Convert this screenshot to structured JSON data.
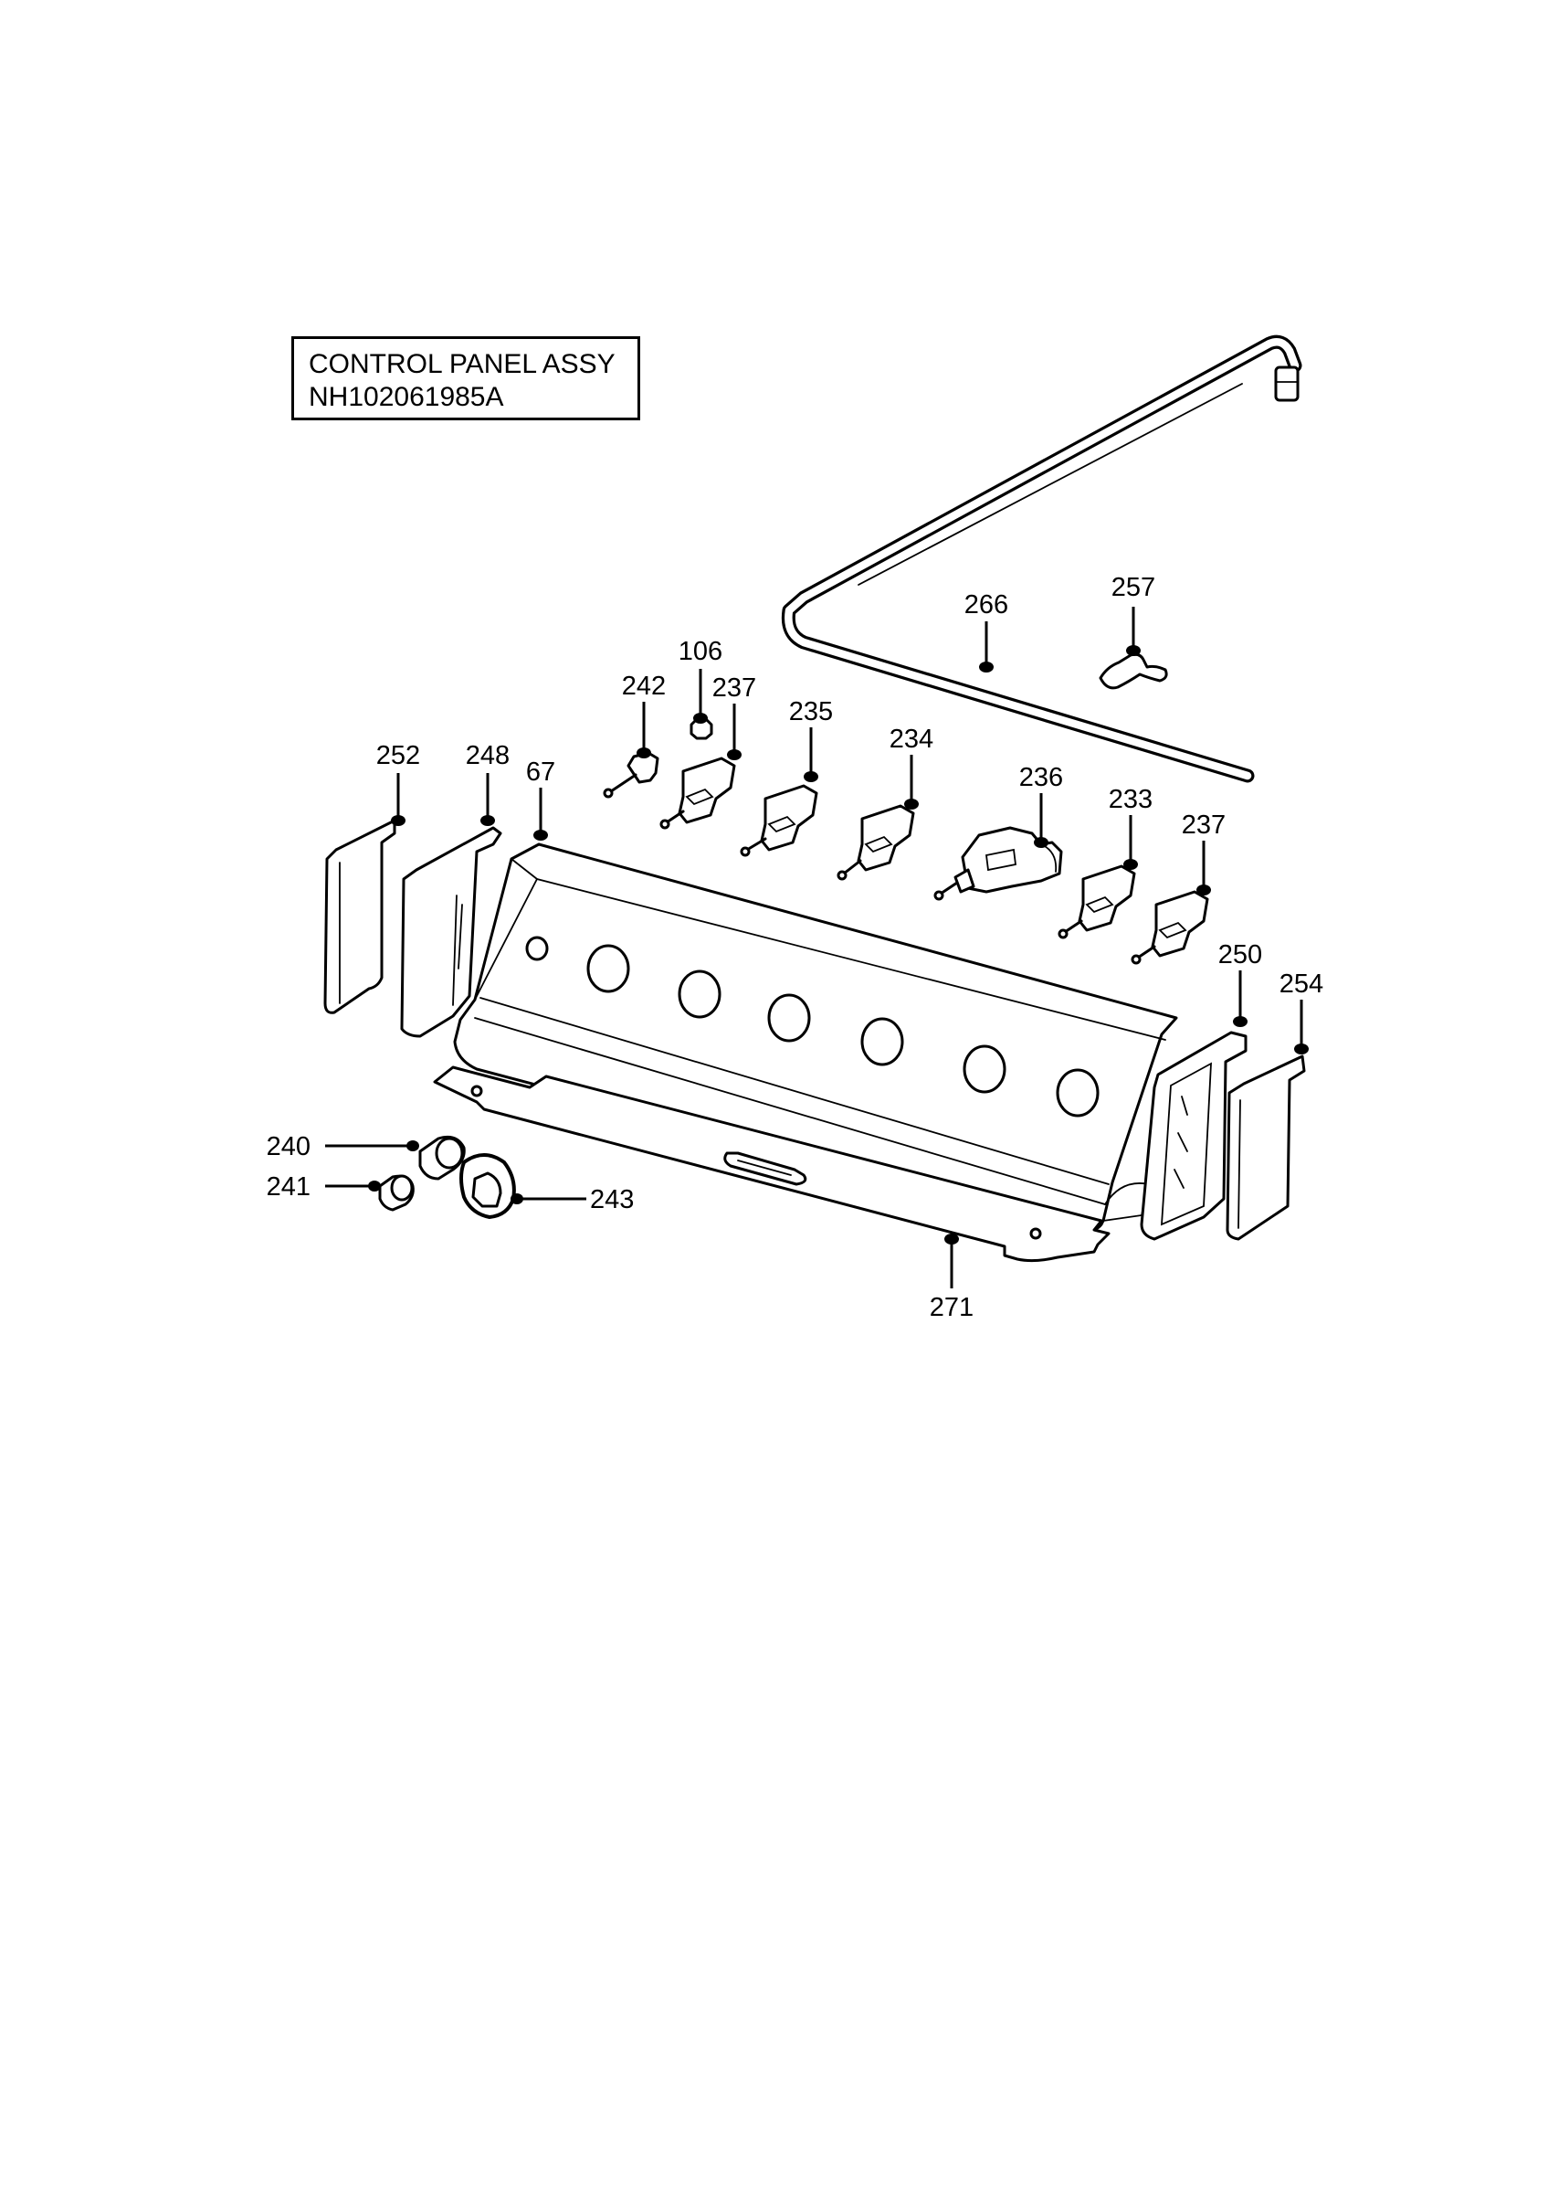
{
  "title": {
    "line1": "CONTROL PANEL ASSY",
    "line2": "NH102061985A"
  },
  "callouts": [
    {
      "id": "c266",
      "text": "266"
    },
    {
      "id": "c257",
      "text": "257"
    },
    {
      "id": "c106",
      "text": "106"
    },
    {
      "id": "c242",
      "text": "242"
    },
    {
      "id": "c237a",
      "text": "237"
    },
    {
      "id": "c235",
      "text": "235"
    },
    {
      "id": "c234",
      "text": "234"
    },
    {
      "id": "c236",
      "text": "236"
    },
    {
      "id": "c233",
      "text": "233"
    },
    {
      "id": "c237b",
      "text": "237"
    },
    {
      "id": "c252",
      "text": "252"
    },
    {
      "id": "c248",
      "text": "248"
    },
    {
      "id": "c67",
      "text": "67"
    },
    {
      "id": "c250",
      "text": "250"
    },
    {
      "id": "c254",
      "text": "254"
    },
    {
      "id": "c240",
      "text": "240"
    },
    {
      "id": "c241",
      "text": "241"
    },
    {
      "id": "c243",
      "text": "243"
    },
    {
      "id": "c271",
      "text": "271"
    }
  ]
}
